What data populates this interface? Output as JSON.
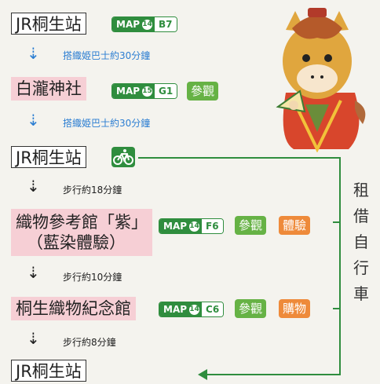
{
  "route": {
    "station1": "JR桐生站",
    "map1": {
      "label": "MAP",
      "num": "14",
      "grid": "B7"
    },
    "step1": "搭織姫巴士約30分鐘",
    "place1": "白瀧神社",
    "map2": {
      "label": "MAP",
      "num": "15",
      "grid": "G1"
    },
    "tag_visit": "參觀",
    "step2": "搭織姫巴士約30分鐘",
    "station2": "JR桐生站",
    "step3": "步行約18分鐘",
    "place2_line1": "織物參考館「紫」",
    "place2_line2": "（藍染體驗）",
    "map3": {
      "label": "MAP",
      "num": "14",
      "grid": "F6"
    },
    "tag_exp": "體驗",
    "step4": "步行約10分鐘",
    "place3": "桐生織物紀念館",
    "map4": {
      "label": "MAP",
      "num": "14",
      "grid": "C6"
    },
    "tag_shop": "購物",
    "step5": "步行約8分鐘",
    "station3": "JR桐生站"
  },
  "rental": [
    "租",
    "借",
    "自",
    "行",
    "車"
  ],
  "colors": {
    "accent_green": "#2f8d3e",
    "tag_green": "#66b245",
    "tag_orange": "#ee8a3a",
    "pink": "#f6cfd5",
    "blue": "#2c7ed2"
  },
  "icons": [
    "bicycle-icon",
    "mascot-illustration"
  ]
}
